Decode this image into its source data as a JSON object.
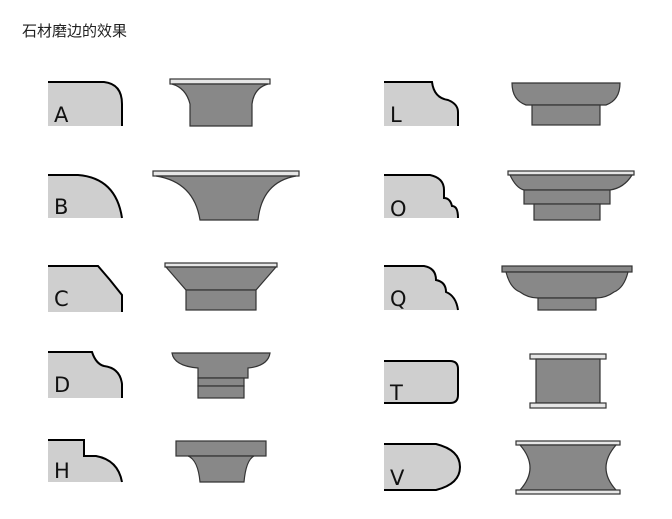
{
  "title": "石材磨边的效果",
  "colors": {
    "edge_fill": "#cfcfcf",
    "edge_outline": "#000000",
    "profile_fill": "#888888",
    "profile_outline": "#333333",
    "slab_fill": "#e6e6e6"
  },
  "edges": [
    {
      "letter": "A",
      "icon": "edge-a-profile-icon"
    },
    {
      "letter": "B",
      "icon": "edge-b-profile-icon"
    },
    {
      "letter": "C",
      "icon": "edge-c-profile-icon"
    },
    {
      "letter": "D",
      "icon": "edge-d-profile-icon"
    },
    {
      "letter": "H",
      "icon": "edge-h-profile-icon"
    },
    {
      "letter": "L",
      "icon": "edge-l-profile-icon"
    },
    {
      "letter": "O",
      "icon": "edge-o-profile-icon"
    },
    {
      "letter": "Q",
      "icon": "edge-q-profile-icon"
    },
    {
      "letter": "T",
      "icon": "edge-t-profile-icon"
    },
    {
      "letter": "V",
      "icon": "edge-v-profile-icon"
    }
  ]
}
